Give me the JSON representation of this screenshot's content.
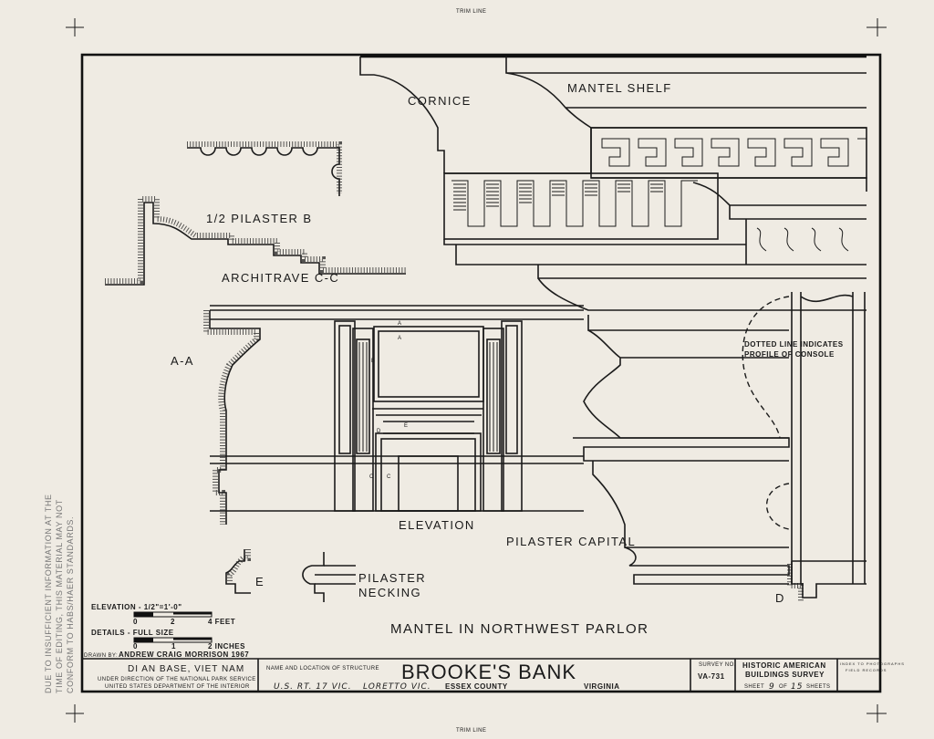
{
  "trim_line_top": "TRIM LINE",
  "trim_line_bottom": "TRIM LINE",
  "side_note": [
    "DUE TO INSUFFICIENT INFORMATION AT THE",
    "TIME OF EDITING, THIS MATERIAL MAY NOT",
    "CONFORM TO HABS/HAER STANDARDS."
  ],
  "labels": {
    "cornice": "CORNICE",
    "mantel_shelf": "MANTEL SHELF",
    "pilaster_b": "1/2 PILASTER B",
    "architrave": "ARCHITRAVE C-C",
    "section_aa": "A-A",
    "elevation": "ELEVATION",
    "pilaster_capital": "PILASTER CAPITAL",
    "pilaster_necking_1": "PILASTER",
    "pilaster_necking_2": "NECKING",
    "section_e": "E",
    "section_d": "D",
    "console_note_1": "DOTTED LINE INDICATES",
    "console_note_2": "PROFILE OF CONSOLE",
    "sheet_title": "MANTEL IN NORTHWEST PARLOR",
    "marks": {
      "a": "A",
      "b": "B",
      "c": "C",
      "d": "D",
      "e": "E"
    }
  },
  "scales": {
    "elevation_label": "ELEVATION - 1/2\"=1'-0\"",
    "elevation_ticks": [
      "0",
      "2",
      "4 FEET"
    ],
    "details_label": "DETAILS - FULL SIZE",
    "details_ticks": [
      "0",
      "1",
      "2 INCHES"
    ],
    "drawn_by_label": "DRAWN BY:",
    "drawn_by": "ANDREW CRAIG MORRISON 1967"
  },
  "title_block": {
    "office": "DI AN BASE, VIET NAM",
    "agency_1": "UNDER DIRECTION OF THE NATIONAL PARK SERVICE",
    "agency_2": "UNITED STATES DEPARTMENT OF THE INTERIOR",
    "name_caption": "NAME AND LOCATION OF STRUCTURE",
    "structure_name": "BROOKE'S BANK",
    "location_road": "U.S. RT. 17 VIC.",
    "location_town": "LORETTO VIC.",
    "county": "ESSEX COUNTY",
    "state": "VIRGINIA",
    "survey_no_label": "SURVEY NO.",
    "survey_no": "VA-731",
    "survey_name_1": "HISTORIC AMERICAN",
    "survey_name_2": "BUILDINGS SURVEY",
    "sheet_prefix": "SHEET",
    "sheet_no": "9",
    "sheet_of": "OF",
    "sheet_total": "15",
    "sheet_suffix": "SHEETS",
    "copy_note_1": "INDEX TO PHOTOGRAPHS",
    "copy_note_2": "FIELD RECORDS"
  }
}
